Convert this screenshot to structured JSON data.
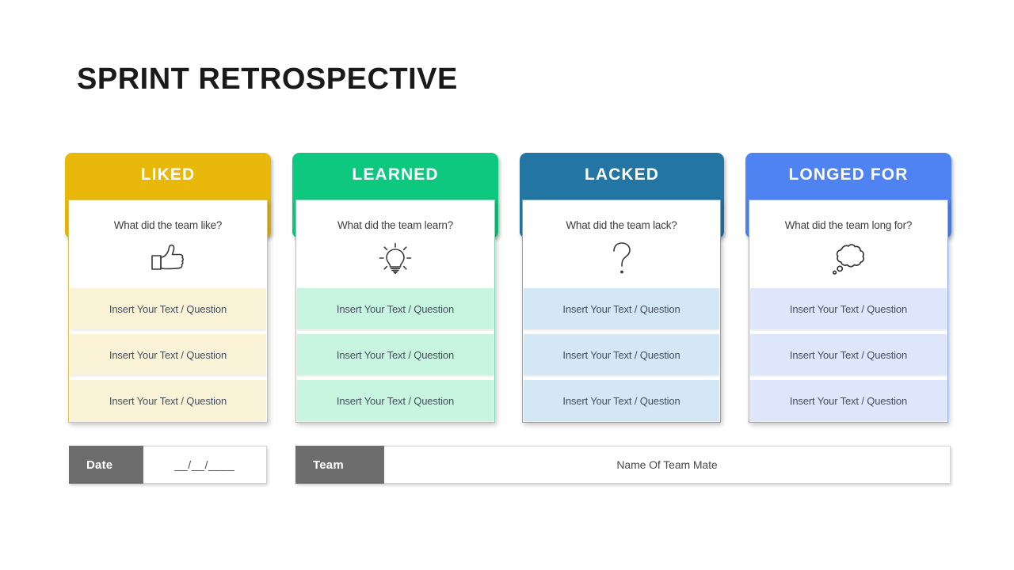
{
  "page_title": "SPRINT RETROSPECTIVE",
  "columns": [
    {
      "title": "LIKED",
      "question": "What did the team like?",
      "icon": "thumbs-up-icon",
      "header_color": "#E8B80A",
      "row_color": "#FAF3D8",
      "border_color": "#D9C95A",
      "rows": [
        "Insert Your Text / Question",
        "Insert Your Text / Question",
        "Insert Your Text / Question"
      ]
    },
    {
      "title": "LEARNED",
      "question": "What did the team learn?",
      "icon": "lightbulb-icon",
      "header_color": "#0FC87F",
      "row_color": "#C8F5E0",
      "border_color": "#7FD9B6",
      "rows": [
        "Insert Your Text / Question",
        "Insert Your Text / Question",
        "Insert Your Text / Question"
      ]
    },
    {
      "title": "LACKED",
      "question": "What did the team lack?",
      "icon": "question-mark-icon",
      "header_color": "#2376A4",
      "row_color": "#D4E7F5",
      "border_color": "#7AA8C4",
      "rows": [
        "Insert Your Text / Question",
        "Insert Your Text / Question",
        "Insert Your Text / Question"
      ]
    },
    {
      "title": "LONGED FOR",
      "question": "What did the team long for?",
      "icon": "thought-cloud-icon",
      "header_color": "#4F83F1",
      "row_color": "#DDE6FB",
      "border_color": "#8AA8EE",
      "rows": [
        "Insert Your Text / Question",
        "Insert Your Text / Question",
        "Insert Your Text / Question"
      ]
    }
  ],
  "meta": {
    "date_label": "Date",
    "date_value": "__/__/____",
    "team_label": "Team",
    "team_value": "Name Of Team Mate",
    "label_color": "#6D6D6D"
  }
}
